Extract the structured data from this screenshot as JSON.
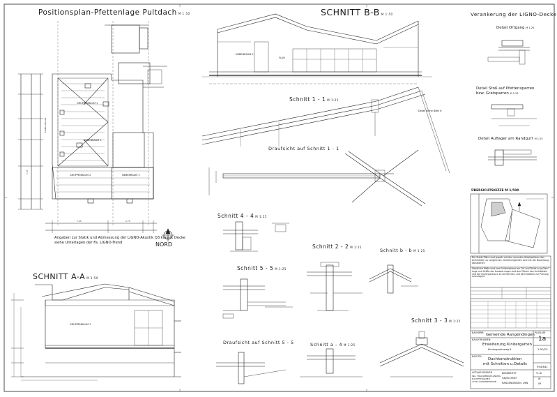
{
  "titles": {
    "positionsplan": "Positionsplan-Pfettenlage Pultdach",
    "positionsplan_scale": "M 1:50",
    "schnitt_bb": "SCHNITT B-B",
    "schnitt_bb_scale": "M 1:50",
    "schnitt_aa": "SCHNITT A-A",
    "schnitt_aa_scale": "M 1:50",
    "verankerung": "Verankerung der LIGNO-Decke",
    "schnitt_11": "Schnitt 1 - 1",
    "schnitt_11_scale": "M 1:25",
    "draufsicht_11": "Draufsicht auf Schnitt 1 - 1",
    "schnitt_44": "Schnitt 4 - 4",
    "schnitt_44_scale": "M 1:25",
    "schnitt_22": "Schnitt 2 - 2",
    "schnitt_22_scale": "M 1:25",
    "schnitt_bb_small": "Schnitt b - b",
    "schnitt_bb_small_scale": "M 1:25",
    "schnitt_55": "Schnitt 5 - 5",
    "schnitt_55_scale": "M 1:25",
    "draufsicht_55": "Draufsicht auf Schnitt 5 - 5",
    "schnitt_a4": "Schnitt a - 4",
    "schnitt_a4_scale": "M 1:25",
    "schnitt_33": "Schnitt 3 - 3",
    "schnitt_33_scale": "M 1:25"
  },
  "details": {
    "ortgang": "Detail Ortgang",
    "ortgang_scale": "M 1:25",
    "stoss_line1": "Detail  Stoß auf Pfettensparren",
    "stoss_line2": "bzw. Gratsparren",
    "stoss_scale": "M 1:25",
    "randgurt": "Detail Auflager am Randgurt",
    "randgurt_scale": "M 1:25",
    "uebersicht": "ÜBERSICHTSKIZZE M 1/500"
  },
  "nord": "NORD",
  "note_line1": "Angaben zur Statik und Abmessung der LIGNO-Akustik Q3 klassik Decke",
  "note_line2": "siehe Unterlagen der Fa. LIGNO-Trend",
  "room_labels": {
    "gruppenraum1": "GRUPPENRAUM 1",
    "gruppenraum2": "GRUPPENRAUM 2",
    "nebenraum1": "NEBENRAUM 1",
    "nebenraum2": "NEBENRAUM 2",
    "flur": "FLUR"
  },
  "detail_ref": "Detail siehe Blatt 6",
  "titleblock": {
    "bauherr_label": "BAUHERR:",
    "bauherr": "Gemeinde Rangendingen",
    "planr_label": "PLAN-NR",
    "planr": "1a",
    "bauvorhaben_label": "BAUVORHABEN:",
    "bauvorhaben_line1": "Erweiterung Kindergarten",
    "bauvorhaben_line2": "Kindergartenweg 6",
    "massstab": "1:50/25",
    "bauteil_label": "BAUTEIL:",
    "bauteil_line1": "Dachkonstruktion",
    "bauteil_line2": "mit Schnitten u.Details",
    "format": "594/841",
    "firma_line1": "LOTHAR DREHER",
    "firma_line2": "ING. TRAGWERKSPLANUNG",
    "firma_line3": "HAUPTSTRASSE 5",
    "firma_line4": "72414 RANGENDINGEN",
    "bearbeitet": "BEARBEITET",
    "gezeichnet": "GEZEICHNET",
    "ort": "RANGENDINGEN, DEN",
    "bearbeitet_val": "Tr. Dr",
    "gezeichnet_val": "W",
    "datum": "09"
  },
  "notes_box": "Die Statik-Pläne sind jeweils mit den neuesten Arbeitsplänen des Architekten zu vergleichen. Unstimmigkeiten sind mit der Bauleitung abzuklären!",
  "notes_box2": "Sämtliche Maße sind vom Unternehmer am Ort und Stelle zu prüfen! Lage und Größe der Aussparungen sind den Plänen des Architekten und der Fachingenieure zu entnehmen und dem Statiker zur Prüfung vorzulegen!"
}
